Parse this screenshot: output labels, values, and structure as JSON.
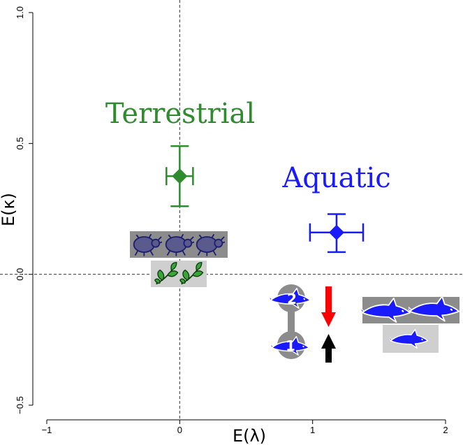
{
  "chart_data": {
    "type": "scatter",
    "xlabel": "E(λ)",
    "ylabel": "E(κ)",
    "xlim": [
      -1,
      2
    ],
    "ylim": [
      -0.5,
      1.0
    ],
    "x_ticks": [
      "−1",
      "0",
      "1",
      "2"
    ],
    "y_ticks": [
      "−0.5",
      "0.0",
      "0.5",
      "1.0"
    ],
    "reference_lines": {
      "x": 0,
      "y": 0,
      "style": "dashed"
    },
    "grid": false,
    "series": [
      {
        "name": "Terrestrial",
        "color": "#2e8b2e",
        "x": 0.0,
        "y": 0.375,
        "x_err": [
          -0.1,
          0.1
        ],
        "y_err": [
          0.26,
          0.49
        ]
      },
      {
        "name": "Aquatic",
        "color": "#1a1aff",
        "x": 1.18,
        "y": 0.16,
        "x_err": [
          0.98,
          1.38
        ],
        "y_err": [
          0.085,
          0.23
        ]
      }
    ],
    "annotations": [
      {
        "text": "2",
        "icon": "shark-icon"
      },
      {
        "text": "1",
        "icon": "shark-icon"
      }
    ],
    "icons": {
      "terrestrial_top": "beetle-icon",
      "terrestrial_bottom": "leaf-icon",
      "aquatic": "shark-icon",
      "down_arrow_color": "#ff0000",
      "up_arrow_color": "#000000"
    }
  }
}
